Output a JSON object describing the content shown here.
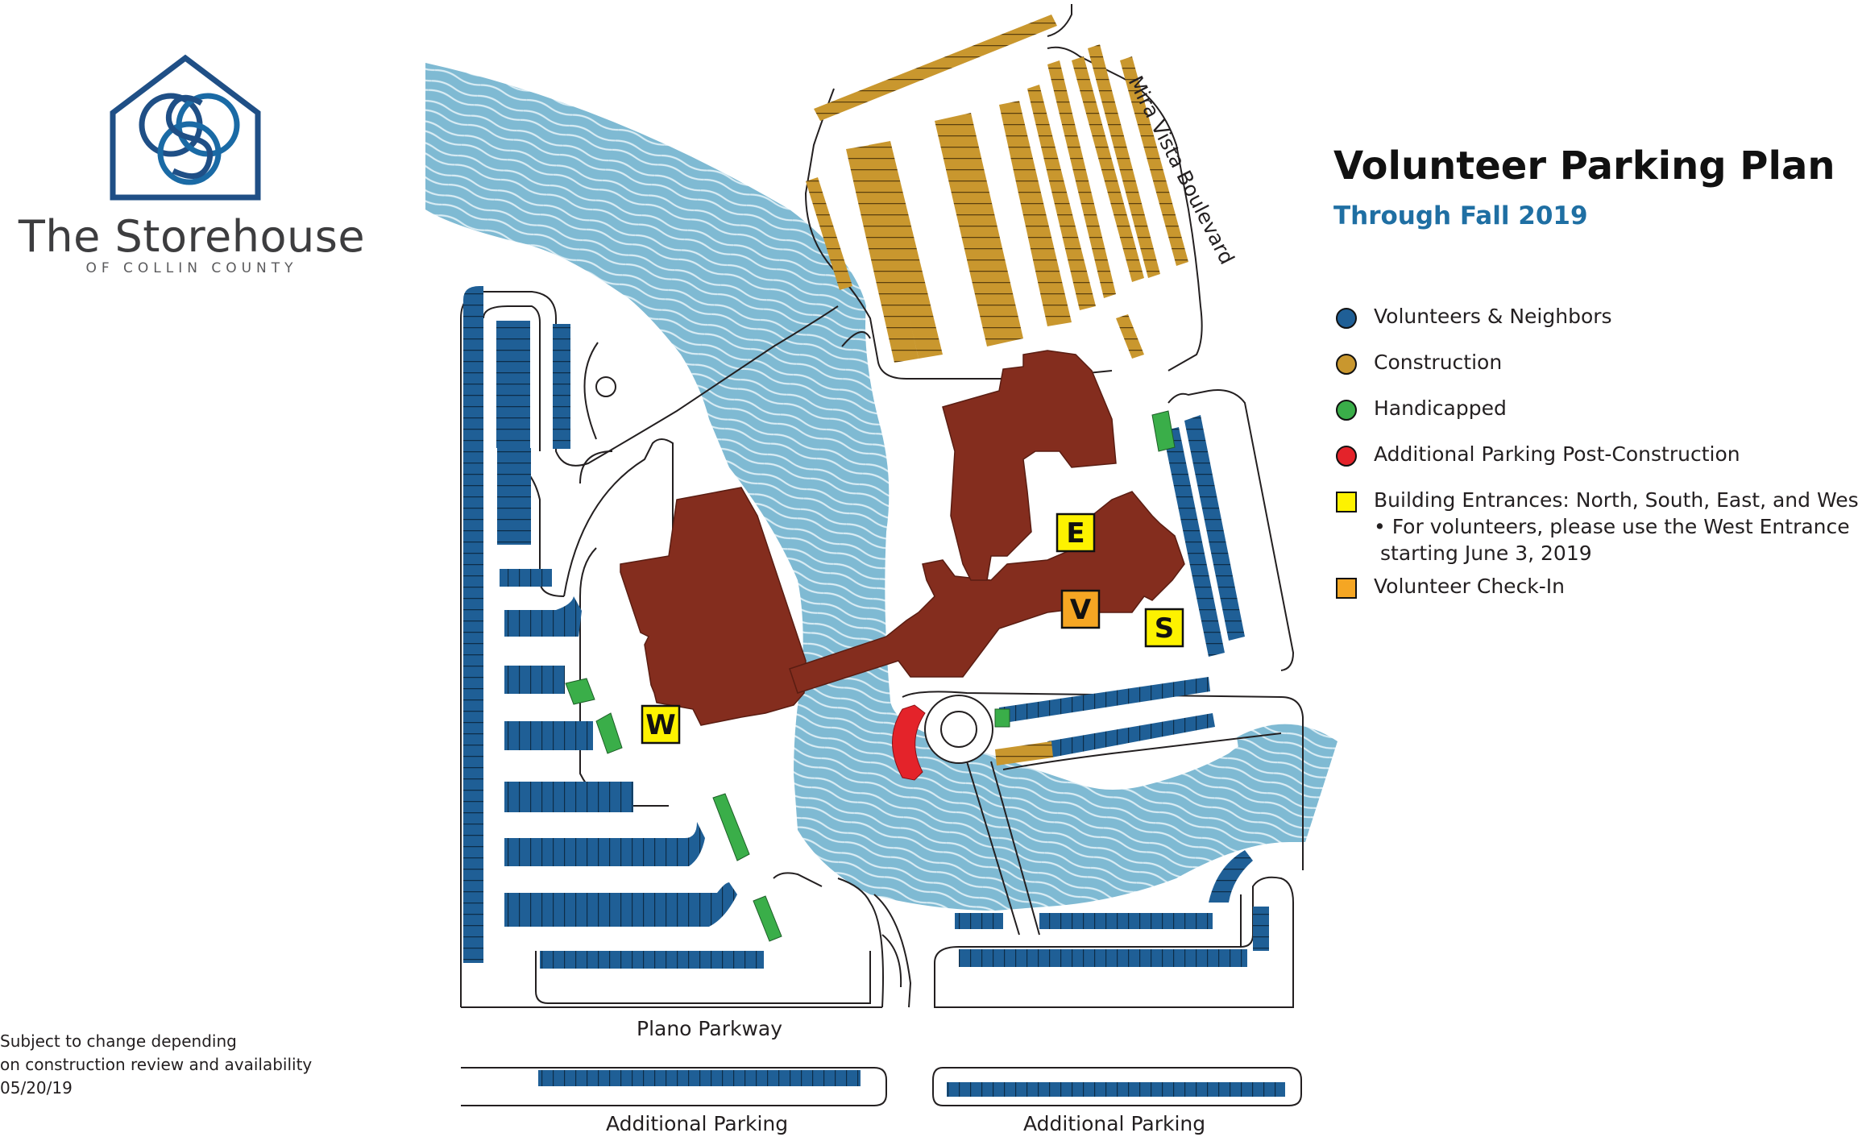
{
  "brand": {
    "name": "The Storehouse",
    "subtitle": "OF COLLIN COUNTY"
  },
  "title": "Volunteer Parking Plan",
  "subtitle": "Through Fall 2019",
  "legend": [
    {
      "label": "Volunteers & Neighbors",
      "color": "#1f5f96",
      "shape": "circle"
    },
    {
      "label": "Construction",
      "color": "#c9972e",
      "shape": "circle"
    },
    {
      "label": "Handicapped",
      "color": "#3aae49",
      "shape": "circle"
    },
    {
      "label": "Additional Parking Post-Construction",
      "color": "#e4232a",
      "shape": "circle"
    },
    {
      "label": "Building Entrances: North, South, East, and West",
      "color": "#fdf200",
      "shape": "square",
      "notes": [
        "• For volunteers, please use the West Entrance",
        "starting June 3, 2019"
      ]
    },
    {
      "label": "Volunteer Check-In",
      "color": "#f5a623",
      "shape": "square"
    }
  ],
  "roads": {
    "plano_parkway": "Plano Parkway",
    "mira_vista": "Mira Vista Boulevard",
    "additional_left": "Additional Parking",
    "additional_right": "Additional Parking"
  },
  "markers": {
    "east": "E",
    "volunteer": "V",
    "south": "S",
    "west": "W"
  },
  "footnote": [
    "Subject to change depending",
    "on construction review and availability",
    "05/20/19"
  ],
  "colors": {
    "water": "#7fbad3",
    "building": "#842d1e",
    "volunteer": "#1f5f96",
    "construction": "#c9972e",
    "handicapped": "#3aae49",
    "post_construction": "#e4232a",
    "entrance": "#fdf200",
    "check_in": "#f5a623",
    "logo": "#1f4f86"
  }
}
